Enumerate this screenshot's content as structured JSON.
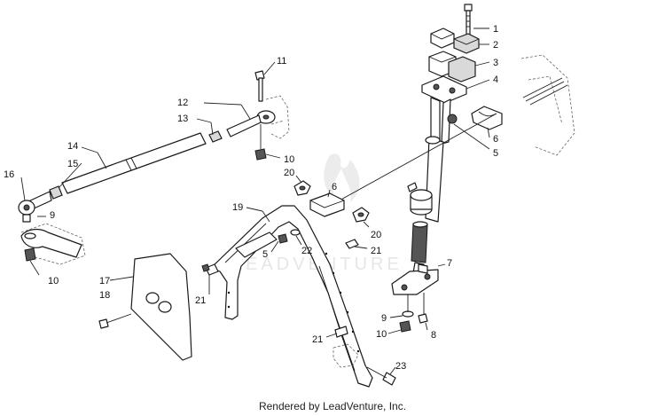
{
  "watermark_text": "LEADVENTURE",
  "footer_text": "Rendered by LeadVenture, Inc.",
  "callouts": [
    {
      "id": "c1",
      "label": "1"
    },
    {
      "id": "c2",
      "label": "2"
    },
    {
      "id": "c3",
      "label": "3"
    },
    {
      "id": "c4",
      "label": "4"
    },
    {
      "id": "c6a",
      "label": "6"
    },
    {
      "id": "c5a",
      "label": "5"
    },
    {
      "id": "c11",
      "label": "11"
    },
    {
      "id": "c12",
      "label": "12"
    },
    {
      "id": "c13",
      "label": "13"
    },
    {
      "id": "c14",
      "label": "14"
    },
    {
      "id": "c15",
      "label": "15"
    },
    {
      "id": "c16",
      "label": "16"
    },
    {
      "id": "c9a",
      "label": "9"
    },
    {
      "id": "c10a",
      "label": "10"
    },
    {
      "id": "c10b",
      "label": "10"
    },
    {
      "id": "c20a",
      "label": "20"
    },
    {
      "id": "c6b",
      "label": "6"
    },
    {
      "id": "c19",
      "label": "19"
    },
    {
      "id": "c20b",
      "label": "20"
    },
    {
      "id": "c22",
      "label": "22"
    },
    {
      "id": "c5b",
      "label": "5"
    },
    {
      "id": "c21a",
      "label": "21"
    },
    {
      "id": "c7",
      "label": "7"
    },
    {
      "id": "c17",
      "label": "17"
    },
    {
      "id": "c18",
      "label": "18"
    },
    {
      "id": "c21b",
      "label": "21"
    },
    {
      "id": "c9b",
      "label": "9"
    },
    {
      "id": "c10c",
      "label": "10"
    },
    {
      "id": "c8",
      "label": "8"
    },
    {
      "id": "c21c",
      "label": "21"
    },
    {
      "id": "c23",
      "label": "23"
    }
  ]
}
